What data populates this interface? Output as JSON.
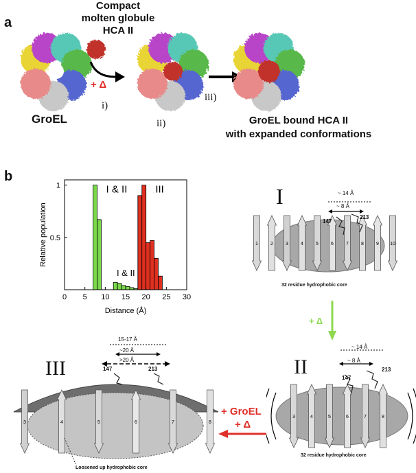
{
  "panel_a": {
    "label": "a",
    "title_lines": [
      "Compact",
      "molten globule",
      "HCA II"
    ],
    "heat_label": "+ Δ",
    "step_i": "i)",
    "step_ii": "ii)",
    "step_iii": "iii)",
    "groel_label": "GroEL",
    "result_lines": [
      "GroEL bound HCA II",
      "with expanded conformations"
    ]
  },
  "panel_b": {
    "label": "b",
    "state_I": "I",
    "state_II": "II",
    "state_III": "III",
    "heat_green": "+ Δ",
    "groel_arrow_line1": "+ GroEL",
    "groel_arrow_line2": "+ Δ",
    "core_label_I": "32 residue hydrophobic core",
    "core_label_II": "32 residue hydrophobic core",
    "core_label_III": "Loosened up hydrophobic core",
    "I_distances": [
      "~ 14 Å",
      "~ 8 Å"
    ],
    "II_distances": [
      "~ 14 Å",
      "~ 8 Å"
    ],
    "III_distances": [
      "15-17 Å",
      "~20 Å",
      ">20 Å"
    ],
    "residue_147": "147",
    "residue_213": "213",
    "strands_I": [
      "1",
      "2",
      "3",
      "4",
      "5",
      "6",
      "7",
      "8",
      "9",
      "10"
    ],
    "strands_II": [
      "3",
      "4",
      "5",
      "6",
      "7",
      "8"
    ],
    "strands_III": [
      "3",
      "4",
      "5",
      "6",
      "7",
      "8"
    ]
  },
  "chart_data": {
    "type": "bar",
    "xlabel": "Distance (Å)",
    "ylabel": "Relative population",
    "xlim": [
      0,
      30
    ],
    "ylim": [
      0,
      1.05
    ],
    "xticks": [
      0,
      5,
      10,
      15,
      20,
      25,
      30
    ],
    "yticks": [
      0.5,
      1
    ],
    "ytick_labels": [
      "0.5",
      "1"
    ],
    "bin_width": 1,
    "series": [
      {
        "color": "#7ad84a",
        "bins": [
          {
            "x": 7,
            "y": 1.0
          },
          {
            "x": 8,
            "y": 0.67
          }
        ]
      },
      {
        "color": "#7ad84a",
        "bins": [
          {
            "x": 12,
            "y": 0.07
          },
          {
            "x": 13,
            "y": 0.06
          },
          {
            "x": 14,
            "y": 0.04
          },
          {
            "x": 15,
            "y": 0.03
          },
          {
            "x": 16,
            "y": 0.02
          },
          {
            "x": 17,
            "y": 0.01
          }
        ]
      },
      {
        "color": "#e03020",
        "bins": [
          {
            "x": 18,
            "y": 0.9
          },
          {
            "x": 19,
            "y": 1.0
          },
          {
            "x": 20,
            "y": 0.45
          },
          {
            "x": 21,
            "y": 0.47
          },
          {
            "x": 22,
            "y": 0.3
          },
          {
            "x": 23,
            "y": 0.13
          }
        ]
      }
    ],
    "annotations": [
      "I & II",
      "I & II",
      "III"
    ]
  }
}
